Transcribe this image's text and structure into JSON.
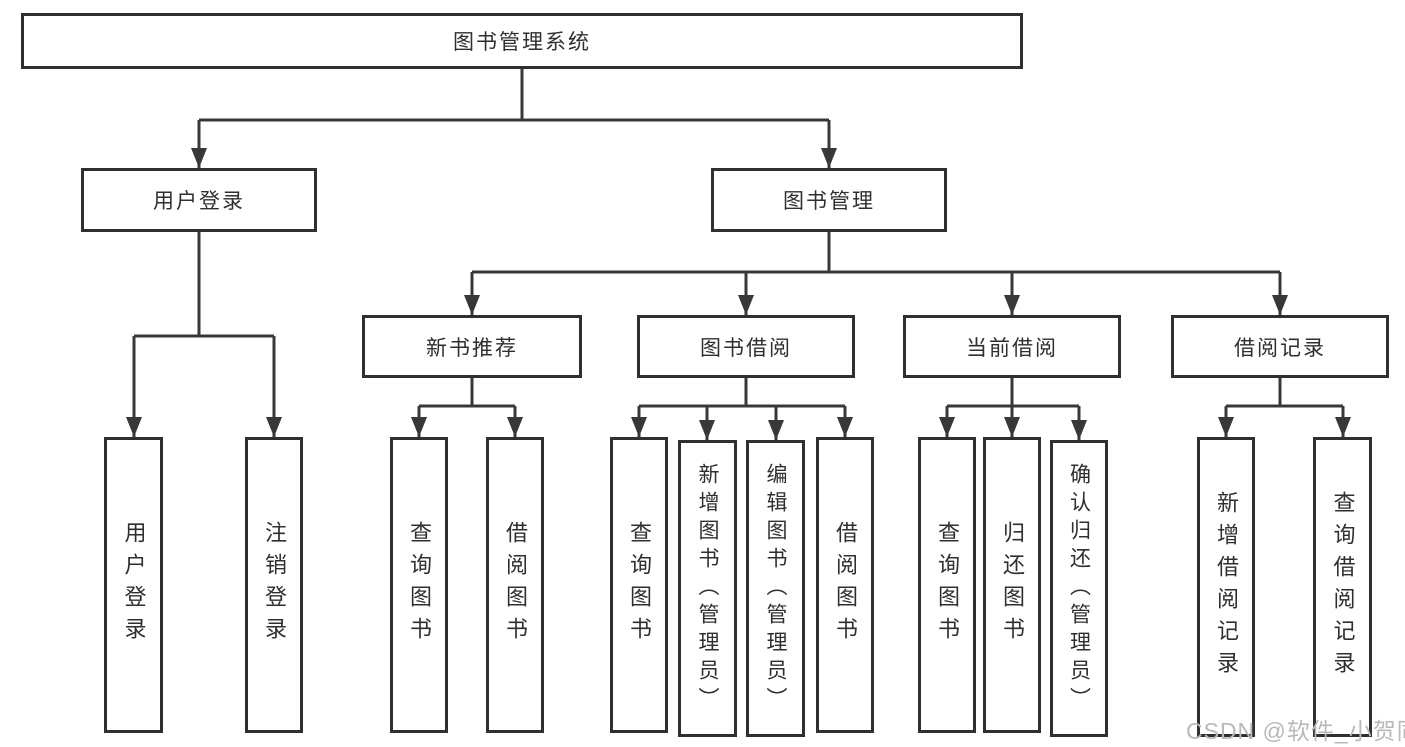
{
  "diagram": {
    "root": {
      "label": "图书管理系统"
    },
    "branches": [
      {
        "label": "用户登录",
        "children": [
          {
            "label": "用户登录"
          },
          {
            "label": "注销登录"
          }
        ]
      },
      {
        "label": "图书管理",
        "children": [
          {
            "label": "新书推荐",
            "children": [
              {
                "label": "查询图书"
              },
              {
                "label": "借阅图书"
              }
            ]
          },
          {
            "label": "图书借阅",
            "children": [
              {
                "label": "查询图书"
              },
              {
                "label": "新增图书（管理员）"
              },
              {
                "label": "编辑图书（管理员）"
              },
              {
                "label": "借阅图书"
              }
            ]
          },
          {
            "label": "当前借阅",
            "children": [
              {
                "label": "查询图书"
              },
              {
                "label": "归还图书"
              },
              {
                "label": "确认归还（管理员）"
              }
            ]
          },
          {
            "label": "借阅记录",
            "children": [
              {
                "label": "新增借阅记录"
              },
              {
                "label": "查询借阅记录"
              }
            ]
          }
        ]
      }
    ],
    "watermark": "CSDN @软件_小贺同学",
    "colors": {
      "line": "#383838",
      "border": "#2f2f2f",
      "text": "#2f2f2f",
      "watermark": "#b9b9b9",
      "background": "#ffffff"
    }
  }
}
